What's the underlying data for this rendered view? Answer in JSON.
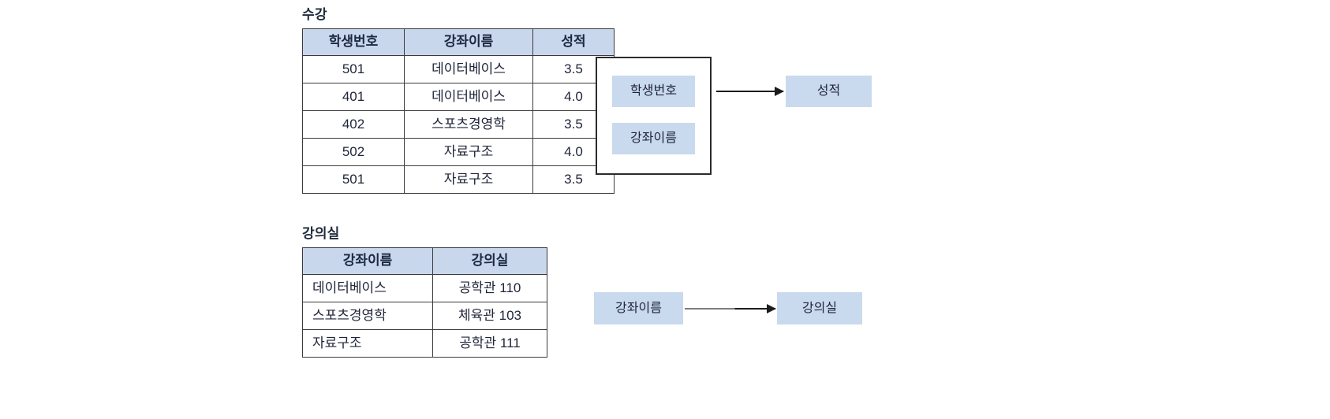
{
  "page": {
    "background": "#ffffff",
    "accent_fill": "#c9d7ec",
    "border_color": "#3b3b3b",
    "text_color": "#1f2438"
  },
  "sections": [
    {
      "id": "sugang",
      "table": {
        "caption": "수강",
        "columns": [
          "학생번호",
          "강좌이름",
          "성적"
        ],
        "rows": [
          [
            "501",
            "데이터베이스",
            "3.5"
          ],
          [
            "401",
            "데이터베이스",
            "4.0"
          ],
          [
            "402",
            "스포츠경영학",
            "3.5"
          ],
          [
            "502",
            "자료구조",
            "4.0"
          ],
          [
            "501",
            "자료구조",
            "3.5"
          ]
        ]
      },
      "diagram": {
        "determinants": [
          "학생번호",
          "강좌이름"
        ],
        "dependent": "성적",
        "has_grouping_box": true
      }
    },
    {
      "id": "gangui",
      "table": {
        "caption": "강의실",
        "columns": [
          "강좌이름",
          "강의실"
        ],
        "rows": [
          [
            "데이터베이스",
            "공학관 110"
          ],
          [
            "스포츠경영학",
            "체육관 103"
          ],
          [
            "자료구조",
            "공학관 111"
          ]
        ]
      },
      "diagram": {
        "determinants": [
          "강좌이름"
        ],
        "dependent": "강의실",
        "has_grouping_box": false
      }
    }
  ]
}
